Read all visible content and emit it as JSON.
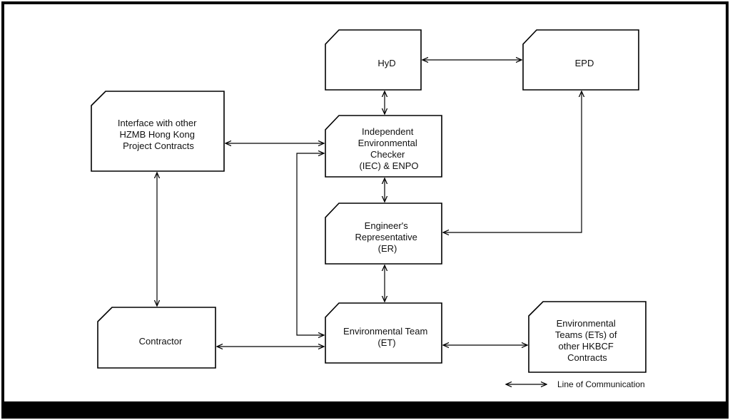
{
  "nodes": {
    "hyd": {
      "lines": [
        "HyD"
      ]
    },
    "epd": {
      "lines": [
        "EPD"
      ]
    },
    "interface": {
      "lines": [
        "Interface with other",
        "HZMB Hong Kong",
        "Project Contracts"
      ]
    },
    "iec": {
      "lines": [
        "Independent",
        "Environmental",
        "Checker",
        "(IEC) & ENPO"
      ]
    },
    "er": {
      "lines": [
        "Engineer's",
        "Representative",
        "(ER)"
      ]
    },
    "contractor": {
      "lines": [
        "Contractor"
      ]
    },
    "et": {
      "lines": [
        "Environmental Team",
        "(ET)"
      ]
    },
    "ets_other": {
      "lines": [
        "Environmental",
        "Teams (ETs) of",
        "other HKBCF",
        "Contracts"
      ]
    }
  },
  "legend": {
    "label": "Line of Communication"
  },
  "colors": {
    "border": "#000000",
    "bottom_bar": "#000000",
    "box_fill": "#ffffff"
  }
}
